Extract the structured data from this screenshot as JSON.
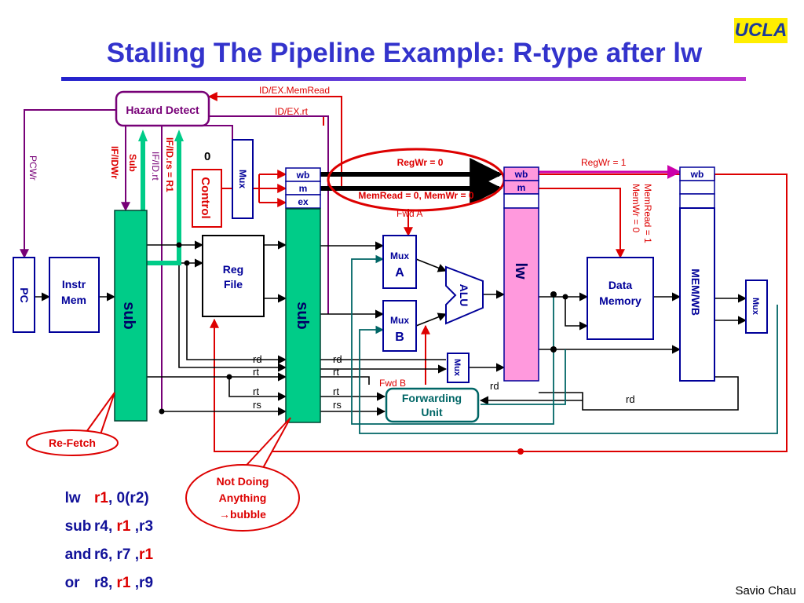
{
  "title": "Stalling The Pipeline Example: R-type after lw",
  "logo": "UCLA",
  "author": "Savio Chau",
  "blocks": {
    "hazard_detect": "Hazard Detect",
    "control": "Control",
    "mux": "Mux",
    "mux_zero": "0",
    "pc": "PC",
    "instr_mem": [
      "Instr",
      "Mem"
    ],
    "reg_file": [
      "Reg",
      "File"
    ],
    "alu": "ALU",
    "data_memory": [
      "Data",
      "Memory"
    ],
    "forwarding_unit": [
      "Forwarding",
      "Unit"
    ],
    "mux_a": [
      "Mux",
      "A"
    ],
    "mux_b": [
      "Mux",
      "B"
    ],
    "wb": "wb",
    "m": "m",
    "ex": "ex"
  },
  "stages": {
    "if_id": "sub",
    "id_ex": "sub",
    "ex_mem": "lw",
    "mem_wb": "MEM/WB"
  },
  "signals": {
    "id_ex_memread": "ID/EX.MemRead",
    "id_ex_rt": "ID/EX.rt",
    "pcwr": "PCWr",
    "if_idwr": "IF/IDWr",
    "sub": "Sub",
    "if_id_rt": "IF/ID.rt",
    "if_id_rs_r1": "IF/ID.rs = R1",
    "regwr_0": "RegWr = 0",
    "memread_memwr_0": "MemRead = 0, MemWr = 0",
    "regwr_1": "RegWr = 1",
    "memread_1": "MemRead = 1",
    "memwr_0": "MemWr = 0",
    "fwd_a": "Fwd A",
    "fwd_b": "Fwd B",
    "rd": "rd",
    "rt": "rt",
    "rs": "rs"
  },
  "callouts": {
    "refetch": "Re-Fetch",
    "not_doing": [
      "Not Doing",
      "Anything",
      "→bubble"
    ]
  },
  "code": [
    {
      "op": "lw",
      "args": [
        {
          "t": "r1",
          "hl": true
        },
        {
          "t": ", 0(r2)",
          "hl": false
        }
      ]
    },
    {
      "op": "sub",
      "args": [
        {
          "t": "r4, ",
          "hl": false
        },
        {
          "t": "r1",
          "hl": true
        },
        {
          "t": " ,r3",
          "hl": false
        }
      ]
    },
    {
      "op": "and",
      "args": [
        {
          "t": "r6, r7 ,",
          "hl": false
        },
        {
          "t": "r1",
          "hl": true
        }
      ]
    },
    {
      "op": "or",
      "args": [
        {
          "t": "r8, ",
          "hl": false
        },
        {
          "t": "r1",
          "hl": true
        },
        {
          "t": " ,r9",
          "hl": false
        }
      ]
    }
  ],
  "colors": {
    "title": "#3333cc",
    "pipeline_green": "#00cc88",
    "ex_mem_pink": "#ff99dd",
    "control_red": "#dd0000",
    "purple": "#770077",
    "blue": "#000099",
    "teal": "#006666",
    "magenta": "#cc00aa"
  }
}
